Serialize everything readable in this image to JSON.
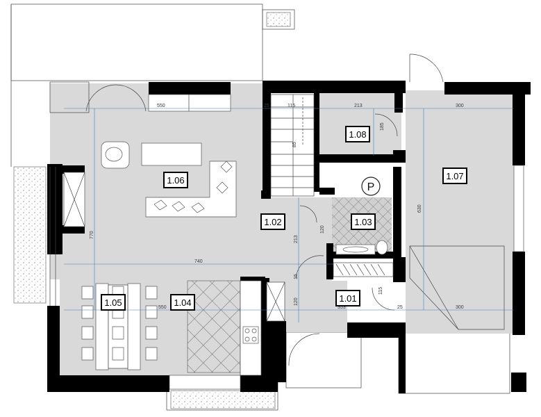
{
  "rooms": [
    {
      "id": "1.01"
    },
    {
      "id": "1.02"
    },
    {
      "id": "1.03"
    },
    {
      "id": "1.04"
    },
    {
      "id": "1.05"
    },
    {
      "id": "1.06"
    },
    {
      "id": "1.07"
    },
    {
      "id": "1.08"
    }
  ],
  "parking_symbol": "P",
  "dimensions": {
    "living_width": "550",
    "kitchen_width": "550",
    "total_width": "740",
    "wall_gap_top": "25",
    "wall_gap_bottom": "25",
    "stair_width": "115",
    "hall_width_top": "213",
    "garage_width_top": "300",
    "garage_width_bottom": "300",
    "garage_depth": "630",
    "main_depth": "770",
    "storage_height": "185",
    "stair_length": "213",
    "hall_width_bottom": "353",
    "entry_depth": "120",
    "utility_height": "115",
    "small_a": "85",
    "small_b": "120",
    "small_c": "15"
  }
}
